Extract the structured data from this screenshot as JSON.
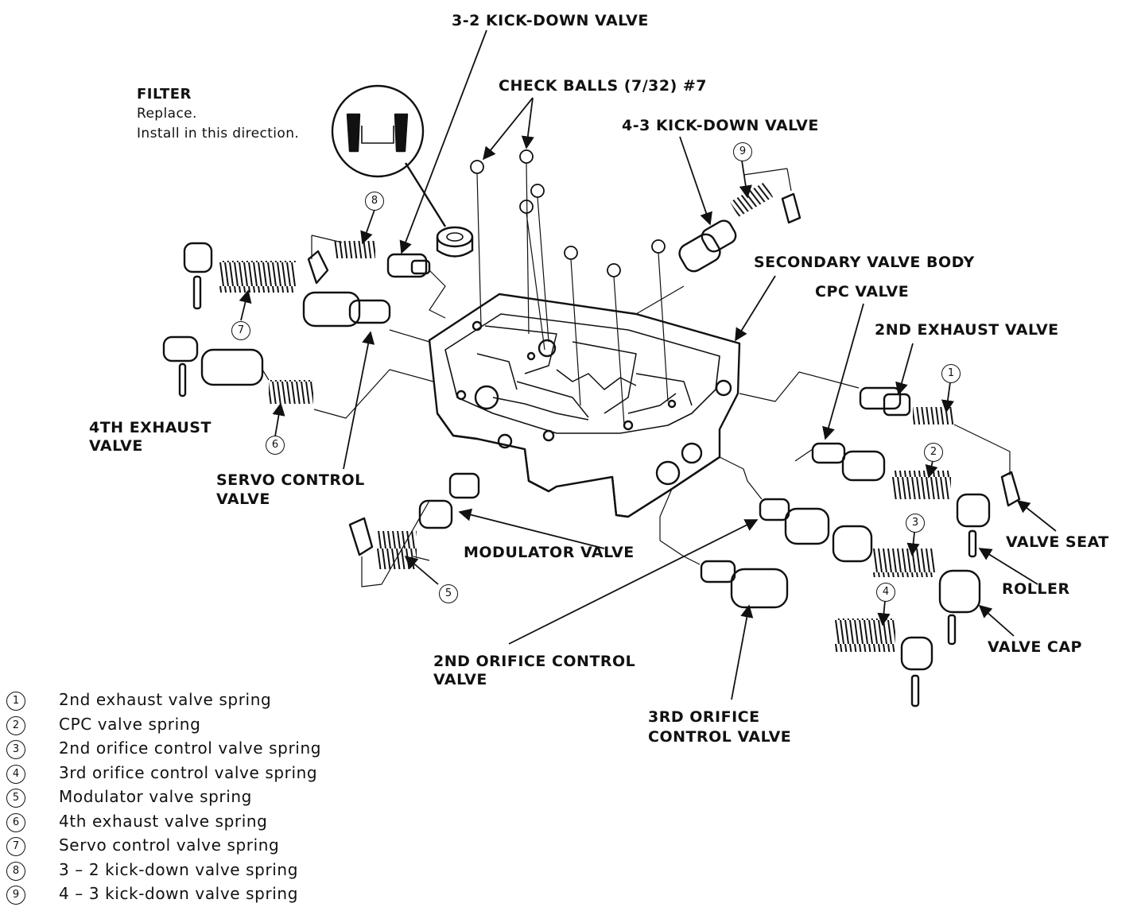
{
  "labels": {
    "kick32": "3-2 KICK-DOWN VALVE",
    "checkballs": "CHECK BALLS (7/32) #7",
    "kick43": "4-3 KICK-DOWN VALVE",
    "filter_title": "FILTER",
    "filter_line1": "Replace.",
    "filter_line2": "Install in this direction.",
    "secondary": "SECONDARY VALVE BODY",
    "cpc": "CPC VALVE",
    "exhaust2": "2ND EXHAUST VALVE",
    "exhaust4_l1": "4TH EXHAUST",
    "exhaust4_l2": "VALVE",
    "servo_l1": "SERVO CONTROL",
    "servo_l2": "VALVE",
    "modulator": "MODULATOR VALVE",
    "valve_seat": "VALVE SEAT",
    "roller": "ROLLER",
    "valve_cap": "VALVE CAP",
    "orifice2_l1": "2ND ORIFICE CONTROL",
    "orifice2_l2": "VALVE",
    "orifice3_l1": "3RD ORIFICE",
    "orifice3_l2": "CONTROL VALVE"
  },
  "callouts": [
    "1",
    "2",
    "3",
    "4",
    "5",
    "6",
    "7",
    "8",
    "9"
  ],
  "legend": [
    {
      "num": "1",
      "text": "2nd exhaust valve spring"
    },
    {
      "num": "2",
      "text": "CPC valve spring"
    },
    {
      "num": "3",
      "text": "2nd orifice control valve spring"
    },
    {
      "num": "4",
      "text": "3rd orifice control valve spring"
    },
    {
      "num": "5",
      "text": "Modulator valve spring"
    },
    {
      "num": "6",
      "text": "4th exhaust valve spring"
    },
    {
      "num": "7",
      "text": "Servo control valve spring"
    },
    {
      "num": "8",
      "text": "3 – 2 kick-down valve spring"
    },
    {
      "num": "9",
      "text": "4 – 3 kick-down valve spring"
    }
  ]
}
